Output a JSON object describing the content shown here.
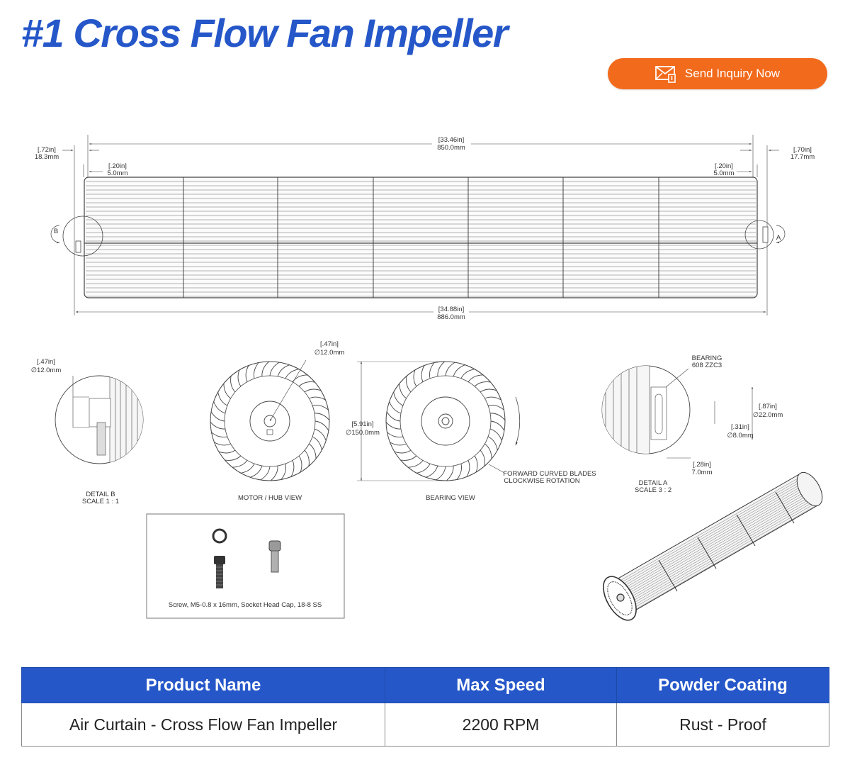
{
  "page": {
    "title": "#1 Cross Flow Fan Impeller"
  },
  "inquiry_button": {
    "label": "Send Inquiry Now",
    "icon": "mail-inquiry-icon",
    "color": "#f26a1b"
  },
  "colors": {
    "brand_blue": "#2557c9",
    "accent_orange": "#f26a1b"
  },
  "drawing": {
    "main_view": {
      "overall_length": [
        "[33.46in]",
        "850.0mm"
      ],
      "total_length": [
        "[34.88in]",
        "886.0mm"
      ],
      "left_shaft": [
        "[.72in]",
        "18.3mm"
      ],
      "right_shaft": [
        "[.70in]",
        "17.7mm"
      ],
      "left_end_ring": [
        "[.20in]",
        "5.0mm"
      ],
      "right_end_ring": [
        "[.20in]",
        "5.0mm"
      ],
      "detail_b_marker": "B",
      "detail_a_marker": "A"
    },
    "detail_b": {
      "dim": [
        "[.47in]",
        "∅12.0mm"
      ],
      "caption": [
        "DETAIL B",
        "SCALE 1 : 1"
      ]
    },
    "motor_view": {
      "dim": [
        "[.47in]",
        "∅12.0mm"
      ],
      "caption": "MOTOR / HUB VIEW"
    },
    "bearing_view": {
      "dim": [
        "[5.91in]",
        "∅150.0mm"
      ],
      "note": [
        "FORWARD CURVED BLADES",
        "CLOCKWISE ROTATION"
      ],
      "caption": "BEARING VIEW"
    },
    "detail_a": {
      "bearing": [
        "BEARING",
        "608 ZZC3"
      ],
      "outer_dim": [
        "[.87in]",
        "∅22.0mm"
      ],
      "inner_dim": [
        "[.31in]",
        "∅8.0mm"
      ],
      "width_dim": [
        "[.28in]",
        "7.0mm"
      ],
      "caption": [
        "DETAIL A",
        "SCALE 3 : 2"
      ]
    },
    "hardware": {
      "caption": "Screw, M5-0.8 x 16mm, Socket Head Cap, 18-8 SS"
    }
  },
  "spec_table": {
    "headers": [
      "Product Name",
      "Max Speed",
      "Powder Coating"
    ],
    "rows": [
      [
        "Air Curtain - Cross Flow Fan Impeller",
        "2200 RPM",
        "Rust - Proof"
      ]
    ]
  }
}
